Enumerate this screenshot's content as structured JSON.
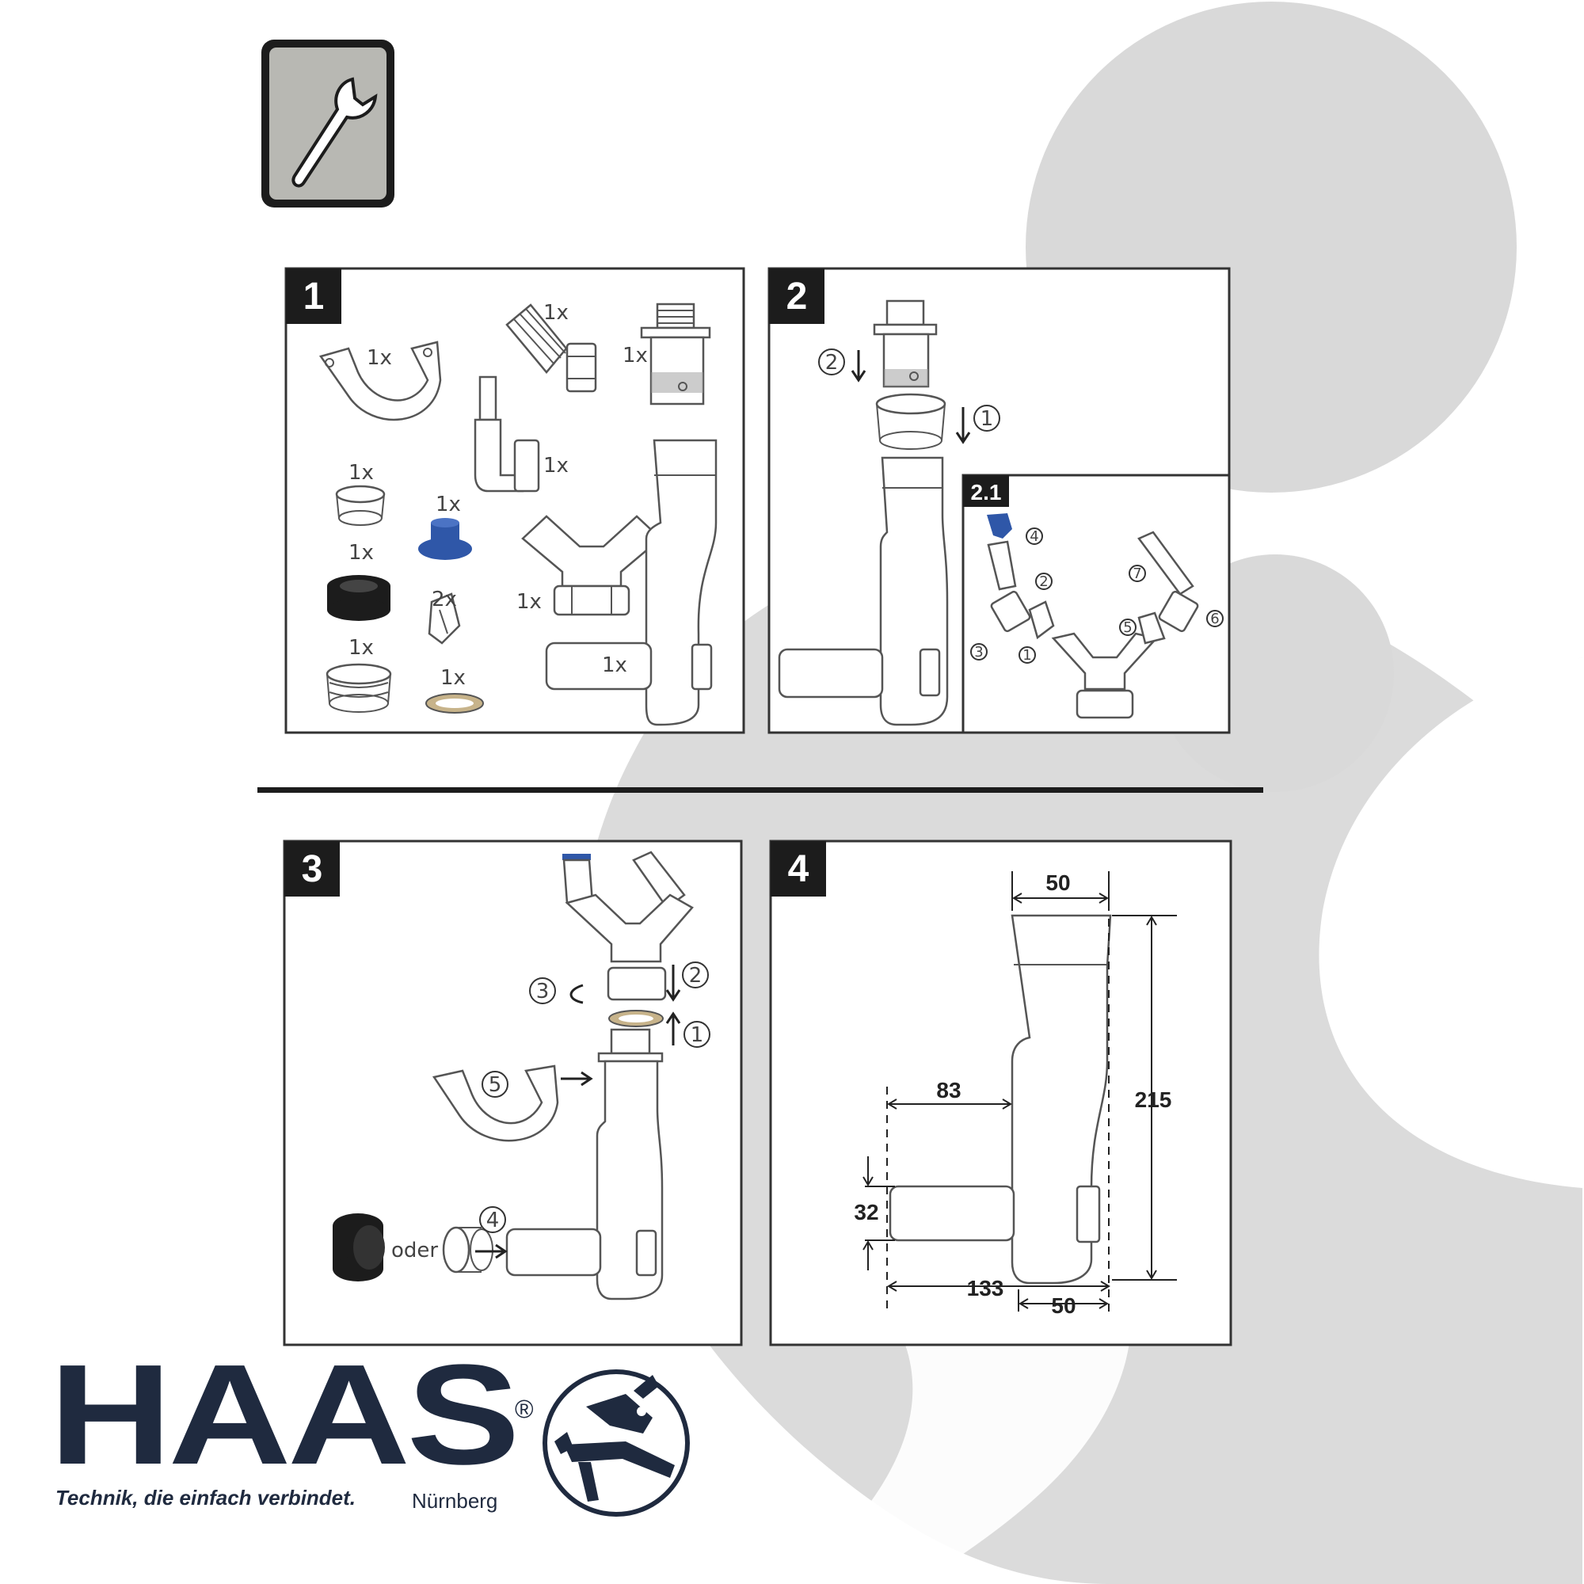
{
  "colors": {
    "swoosh": "#d9d9d9",
    "frame": "#333333",
    "brand_navy": "#1f2a3f",
    "blue_part": "#2f57a8",
    "black_part": "#1c1c1c",
    "gasket": "#c7b38a",
    "tool_bg": "#b8b8b3"
  },
  "icons": {
    "tool": "wrench-icon"
  },
  "panels": {
    "p1": {
      "number": "1",
      "qty_clamp": "1x",
      "qty_elbow_hose": "1x",
      "qty_connector": "1x",
      "qty_angle_hose": "1x",
      "qty_clear_ring": "1x",
      "qty_blue_cap": "1x",
      "qty_black_reducer": "1x",
      "qty_check_valve": "2x",
      "qty_y_piece": "1x",
      "qty_thread_ring": "1x",
      "qty_gasket": "1x",
      "qty_pipe": "1x"
    },
    "p2": {
      "number": "2",
      "step_a": "2",
      "step_b": "1",
      "sub": {
        "number": "2.1",
        "s1": "1",
        "s2": "2",
        "s3": "3",
        "s4": "4",
        "s5": "5",
        "s6": "6",
        "s7": "7"
      }
    },
    "p3": {
      "number": "3",
      "s1": "1",
      "s2": "2",
      "s3": "3",
      "s4": "4",
      "s5": "5",
      "oder": "oder"
    },
    "p4": {
      "number": "4",
      "d_top_width": "50",
      "d_height": "215",
      "d_offset": "83",
      "d_pipe": "32",
      "d_total": "133",
      "d_bottom_width": "50"
    }
  },
  "brand": {
    "name": "HAAS",
    "registered": "®",
    "slogan": "Technik, die einfach verbindet.",
    "city": "Nürnberg"
  }
}
